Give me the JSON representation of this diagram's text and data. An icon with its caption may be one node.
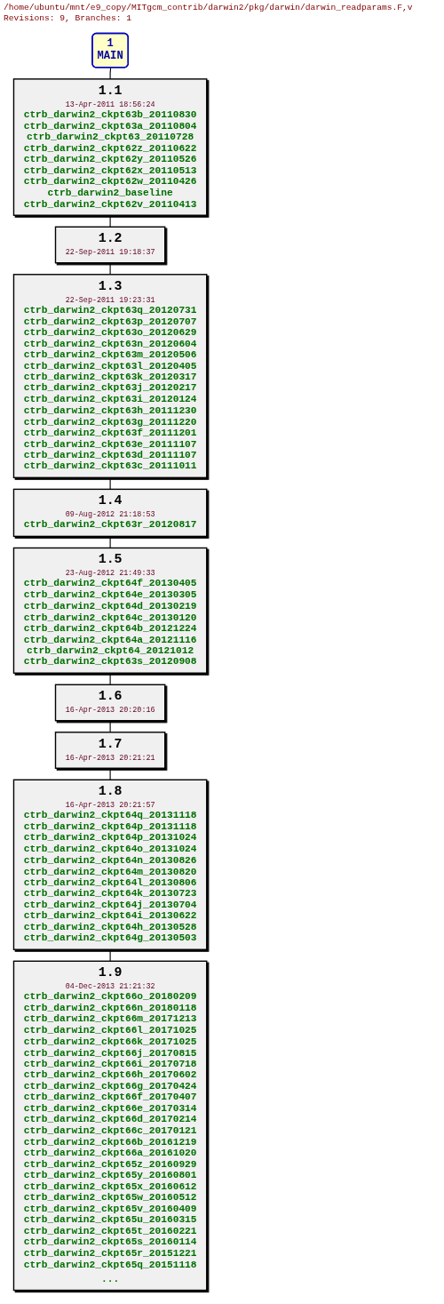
{
  "diagram": {
    "title": "/home/ubuntu/mnt/e9_copy/MITgcm_contrib/darwin2/pkg/darwin/darwin_readparams.F,v",
    "nodes": [
      {
        "text": [
          "1",
          "MAIN"
        ]
      },
      {
        "text": [
          "1.1",
          "13-Apr-2011 18:56:24",
          "ctrb_darwin2_ckpt63b_20110830",
          "ctrb_darwin2_ckpt63a_20110804",
          "ctrb_darwin2_ckpt63_20110728",
          "ctrb_darwin2_ckpt62z_20110622",
          "ctrb_darwin2_ckpt62y_20110526",
          "ctrb_darwin2_ckpt62x_20110513",
          "ctrb_darwin2_ckpt62w_20110426",
          "ctrb_darwin2_baseline",
          "ctrb_darwin2_ckpt62v_20110413"
        ]
      },
      {
        "text": [
          "1.2",
          "22-Sep-2011 19:18:37"
        ]
      },
      {
        "text": [
          "1.3",
          "22-Sep-2011 19:23:31",
          "ctrb_darwin2_ckpt63q_20120731",
          "ctrb_darwin2_ckpt63p_20120707",
          "ctrb_darwin2_ckpt63o_20120629",
          "ctrb_darwin2_ckpt63n_20120604",
          "ctrb_darwin2_ckpt63m_20120506",
          "ctrb_darwin2_ckpt63l_20120405",
          "ctrb_darwin2_ckpt63k_20120317",
          "ctrb_darwin2_ckpt63j_20120217",
          "ctrb_darwin2_ckpt63i_20120124",
          "ctrb_darwin2_ckpt63h_20111230",
          "ctrb_darwin2_ckpt63g_20111220",
          "ctrb_darwin2_ckpt63f_20111201",
          "ctrb_darwin2_ckpt63e_20111107",
          "ctrb_darwin2_ckpt63d_20111107",
          "ctrb_darwin2_ckpt63c_20111011"
        ]
      },
      {
        "text": [
          "1.4",
          "09-Aug-2012 21:18:53",
          "ctrb_darwin2_ckpt63r_20120817"
        ]
      },
      {
        "text": [
          "1.5",
          "23-Aug-2012 21:49:33",
          "ctrb_darwin2_ckpt64f_20130405",
          "ctrb_darwin2_ckpt64e_20130305",
          "ctrb_darwin2_ckpt64d_20130219",
          "ctrb_darwin2_ckpt64c_20130120",
          "ctrb_darwin2_ckpt64b_20121224",
          "ctrb_darwin2_ckpt64a_20121116",
          "ctrb_darwin2_ckpt64_20121012",
          "ctrb_darwin2_ckpt63s_20120908"
        ]
      },
      {
        "text": [
          "1.6",
          "16-Apr-2013 20:20:16"
        ]
      },
      {
        "text": [
          "1.7",
          "16-Apr-2013 20:21:21"
        ]
      },
      {
        "text": [
          "1.8",
          "16-Apr-2013 20:21:57",
          "ctrb_darwin2_ckpt64q_20131118",
          "ctrb_darwin2_ckpt64p_20131118",
          "ctrb_darwin2_ckpt64p_20131024",
          "ctrb_darwin2_ckpt64o_20131024",
          "ctrb_darwin2_ckpt64n_20130826",
          "ctrb_darwin2_ckpt64m_20130820",
          "ctrb_darwin2_ckpt64l_20130806",
          "ctrb_darwin2_ckpt64k_20130723",
          "ctrb_darwin2_ckpt64j_20130704",
          "ctrb_darwin2_ckpt64i_20130622",
          "ctrb_darwin2_ckpt64h_20130528",
          "ctrb_darwin2_ckpt64g_20130503"
        ]
      },
      {
        "text": [
          "1.9",
          "04-Dec-2013 21:21:32",
          "ctrb_darwin2_ckpt66o_20180209",
          "ctrb_darwin2_ckpt66n_20180118",
          "ctrb_darwin2_ckpt66m_20171213",
          "ctrb_darwin2_ckpt66l_20171025",
          "ctrb_darwin2_ckpt66k_20171025",
          "ctrb_darwin2_ckpt66j_20170815",
          "ctrb_darwin2_ckpt66i_20170718",
          "ctrb_darwin2_ckpt66h_20170602",
          "ctrb_darwin2_ckpt66g_20170424",
          "ctrb_darwin2_ckpt66f_20170407",
          "ctrb_darwin2_ckpt66e_20170314",
          "ctrb_darwin2_ckpt66d_20170214",
          "ctrb_darwin2_ckpt66c_20170121",
          "ctrb_darwin2_ckpt66b_20161219",
          "ctrb_darwin2_ckpt66a_20161020",
          "ctrb_darwin2_ckpt65z_20160929",
          "ctrb_darwin2_ckpt65y_20160801",
          "ctrb_darwin2_ckpt65x_20160612",
          "ctrb_darwin2_ckpt65w_20160512",
          "ctrb_darwin2_ckpt65v_20160409",
          "ctrb_darwin2_ckpt65u_20160315",
          "ctrb_darwin2_ckpt65t_20160221",
          "ctrb_darwin2_ckpt65s_20160114",
          "ctrb_darwin2_ckpt65r_20151221",
          "ctrb_darwin2_ckpt65q_20151118",
          "..."
        ]
      }
    ],
    "edges": [
      {
        "from": 0,
        "to": 1,
        "arrow": "none"
      },
      {
        "from": 1,
        "to": 2,
        "arrow": "none"
      },
      {
        "from": 2,
        "to": 3,
        "arrow": "none"
      },
      {
        "from": 3,
        "to": 4,
        "arrow": "none"
      },
      {
        "from": 4,
        "to": 5,
        "arrow": "none"
      },
      {
        "from": 5,
        "to": 6,
        "arrow": "none"
      },
      {
        "from": 6,
        "to": 7,
        "arrow": "none"
      },
      {
        "from": 7,
        "to": 8,
        "arrow": "none"
      },
      {
        "from": 8,
        "to": 9,
        "arrow": "none"
      }
    ],
    "labels": [
      "Revisions: 9, Branches: 1"
    ]
  }
}
